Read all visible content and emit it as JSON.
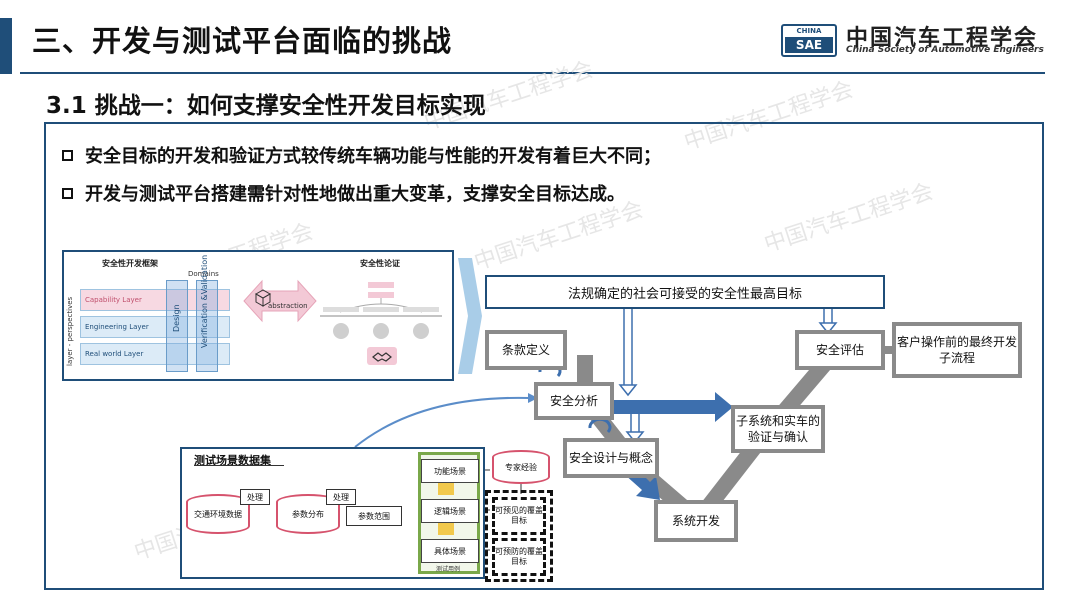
{
  "header": {
    "title": "三、开发与测试平台面临的挑战",
    "logo_top": "CHINA",
    "logo_bottom": "SAE",
    "org_cn": "中国汽车工程学会",
    "org_en": "China Society of Automotive Engineers"
  },
  "section_title": "3.1 挑战一：如何支撑安全性开发目标实现",
  "bullets": [
    "安全目标的开发和验证方式较传统车辆功能与性能的开发有着巨大不同；",
    "开发与测试平台搭建需针对性地做出重大变革，支撑安全目标达成。"
  ],
  "watermark": "中国汽车工程学会",
  "framework": {
    "title_left": "安全性开发框架",
    "title_right": "安全性论证",
    "domains": "Domains",
    "perspectives": "layer - perspectives",
    "layers": [
      "Capability Layer",
      "Engineering Layer",
      "Real world Layer"
    ],
    "design": "Design",
    "vv": "Verification &Validation",
    "abstraction": "abstraction"
  },
  "flow": {
    "goal": "法规确定的社会可接受的安全性最高目标",
    "clause": "条款定义",
    "analysis": "安全分析",
    "design_concept": "安全设计与概念",
    "system_dev": "系统开发",
    "subsystem": "子系统和实车的验证与确认",
    "assessment": "安全评估",
    "customer": "客户操作前的最终开发子流程"
  },
  "dataset": {
    "title": "测试场景数据集",
    "traffic": "交通环境数据",
    "process1": "处理",
    "params": "参数分布",
    "process2": "处理",
    "param_range": "参数范围",
    "functional": "功能场景",
    "logical": "逻辑场景",
    "concrete": "具体场景",
    "test_cases": "测试用例",
    "expert": "专家经验",
    "foreseeable": "可预见的覆盖目标",
    "preventable": "可预防的覆盖目标"
  },
  "colors": {
    "brand_blue": "#1f4e79",
    "flow_gray": "#8a8a8a",
    "arrow_blue": "#3d6fae",
    "cylinder_red": "#d6536d",
    "scenario_green": "#7aa84a"
  }
}
